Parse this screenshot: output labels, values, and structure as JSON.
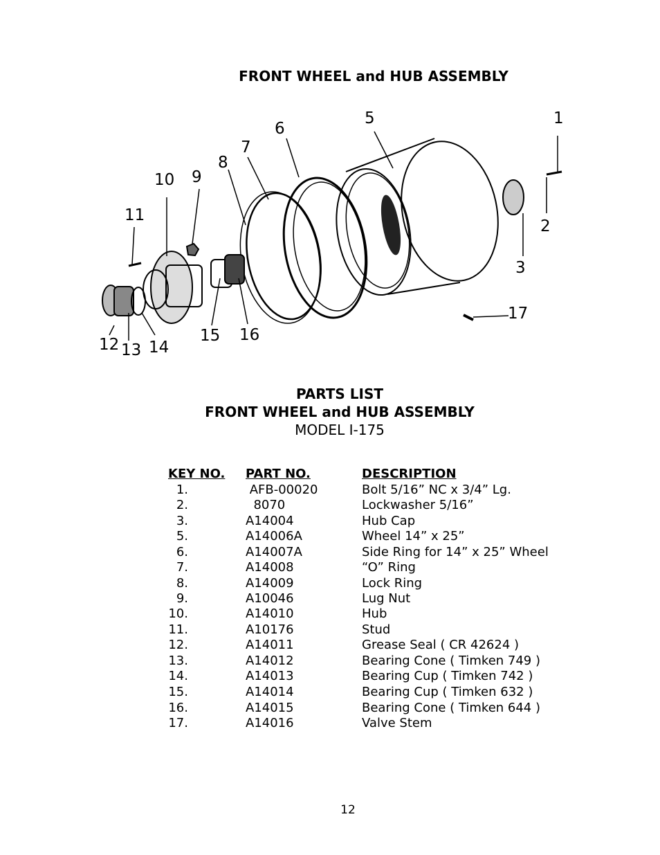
{
  "document": {
    "title": "FRONT WHEEL and HUB ASSEMBLY",
    "page_number": "12"
  },
  "diagram": {
    "callouts": [
      "1",
      "2",
      "3",
      "5",
      "6",
      "7",
      "8",
      "9",
      "10",
      "11",
      "12",
      "13",
      "14",
      "15",
      "16",
      "17"
    ]
  },
  "parts_list": {
    "heading": "PARTS LIST",
    "subheading": "FRONT WHEEL and HUB ASSEMBLY",
    "model": "MODEL  I-175",
    "columns": {
      "key": "KEY NO.",
      "part": "PART  NO.",
      "description": "DESCRIPTION"
    },
    "rows": [
      {
        "key": "1.",
        "part": " AFB-00020",
        "description": "Bolt 5/16” NC x 3/4” Lg."
      },
      {
        "key": "2.",
        "part": "  8070",
        "description": "Lockwasher  5/16”"
      },
      {
        "key": "3.",
        "part": "A14004",
        "description": "Hub Cap"
      },
      {
        "key": "5.",
        "part": "A14006A",
        "description": "Wheel 14” x 25”"
      },
      {
        "key": "6.",
        "part": "A14007A",
        "description": "Side Ring for 14” x 25” Wheel"
      },
      {
        "key": "7.",
        "part": "A14008",
        "description": "“O” Ring"
      },
      {
        "key": "8.",
        "part": "A14009",
        "description": "Lock Ring"
      },
      {
        "key": "9.",
        "part": "A10046",
        "description": "Lug Nut"
      },
      {
        "key": "10.",
        "part": "A14010",
        "description": "Hub"
      },
      {
        "key": "11.",
        "part": "A10176",
        "description": "Stud"
      },
      {
        "key": "12.",
        "part": "A14011",
        "description": "Grease Seal ( CR 42624 )"
      },
      {
        "key": "13.",
        "part": "A14012",
        "description": "Bearing Cone ( Timken 749 )"
      },
      {
        "key": "14.",
        "part": "A14013",
        "description": "Bearing Cup ( Timken 742 )"
      },
      {
        "key": "15.",
        "part": "A14014",
        "description": "Bearing Cup ( Timken 632 )"
      },
      {
        "key": "16.",
        "part": "A14015",
        "description": "Bearing Cone ( Timken 644 )"
      },
      {
        "key": "17.",
        "part": "A14016",
        "description": "Valve Stem"
      }
    ]
  }
}
